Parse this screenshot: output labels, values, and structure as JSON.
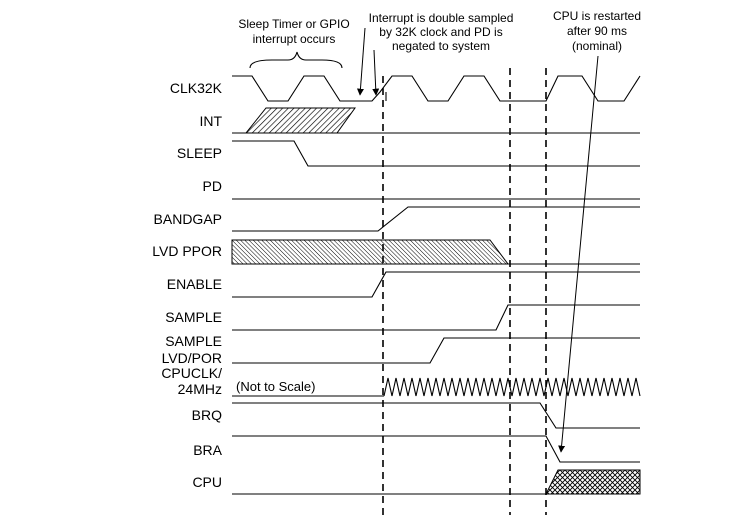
{
  "annotations": {
    "sleep_timer": [
      "Sleep Timer or GPIO",
      "interrupt occurs"
    ],
    "interrupt": [
      "Interrupt is double sampled",
      "by 32K clock and PD is",
      "negated to system"
    ],
    "cpu_restart": [
      "CPU is restarted",
      "after 90 ms",
      "(nominal)"
    ]
  },
  "signals": {
    "clk32k": "CLK32K",
    "int": "INT",
    "sleep": "SLEEP",
    "pd": "PD",
    "bandgap": "BANDGAP",
    "lvd_ppor": "LVD PPOR",
    "enable": "ENABLE",
    "sample": "SAMPLE",
    "sample_lvd_por": [
      "SAMPLE",
      "LVD/POR"
    ],
    "cpuclk": [
      "CPUCLK/",
      "24MHz"
    ],
    "brq": "BRQ",
    "bra": "BRA",
    "cpu": "CPU"
  },
  "scale_note": "(Not to Scale)"
}
